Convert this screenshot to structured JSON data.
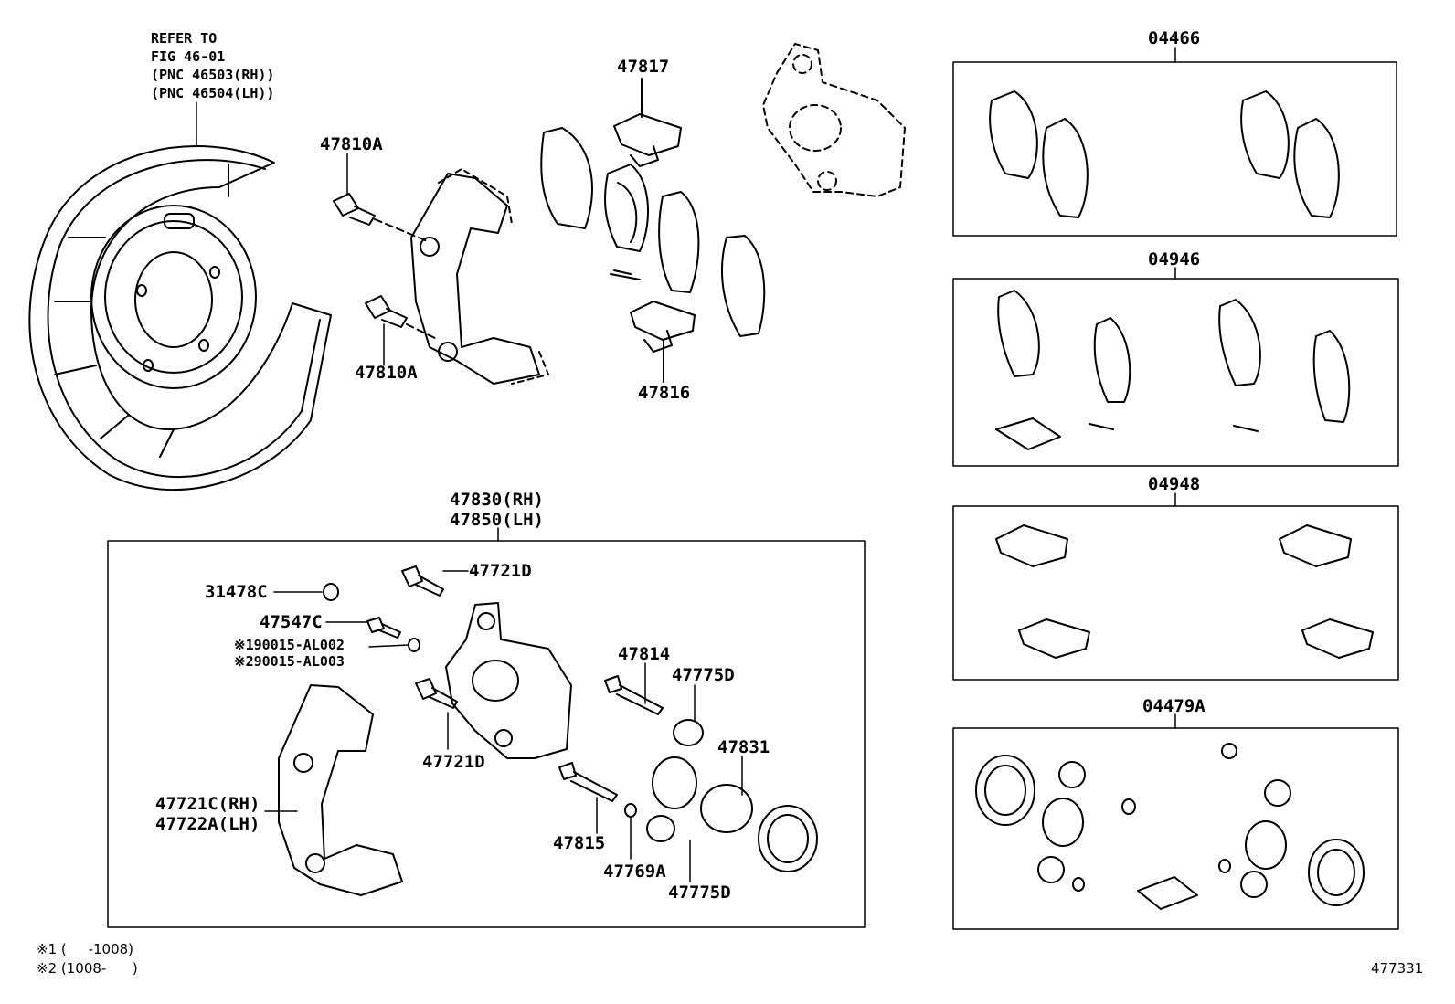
{
  "reference_note": {
    "line1": "REFER TO",
    "line2": "FIG 46-01",
    "line3": "(PNC 46503(RH))",
    "line4": "(PNC 46504(LH))"
  },
  "part_labels": {
    "p47810A_top": "47810A",
    "p47810A_bottom": "47810A",
    "p47817": "47817",
    "p47816": "47816",
    "p47830": "47830(RH)",
    "p47850": "47850(LH)",
    "p31478C": "31478C",
    "p47721D_top": "47721D",
    "p47547C": "47547C",
    "p190015": "※190015-AL002",
    "p290015": "※290015-AL003",
    "p47814": "47814",
    "p47775D_top": "47775D",
    "p47721D_mid": "47721D",
    "p47831": "47831",
    "p47721C": "47721C(RH)",
    "p47722A": "47722A(LH)",
    "p47815": "47815",
    "p47769A": "47769A",
    "p47775D_bottom": "47775D"
  },
  "kits": {
    "k04466": "04466",
    "k04946": "04946",
    "k04948": "04948",
    "k04479A": "04479A"
  },
  "footnotes": {
    "note1": "※1 (     -1008)",
    "note2": "※2 (1008-      )"
  },
  "figure_number": "477331"
}
